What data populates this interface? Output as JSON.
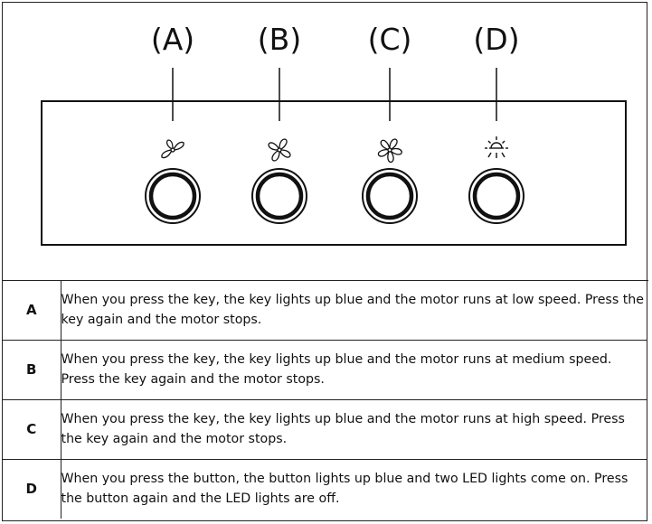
{
  "callouts": [
    {
      "letter": "(A)",
      "icon": "fan-low-icon"
    },
    {
      "letter": "(B)",
      "icon": "fan-medium-icon"
    },
    {
      "letter": "(C)",
      "icon": "fan-high-icon"
    },
    {
      "letter": "(D)",
      "icon": "light-icon"
    }
  ],
  "rows": [
    {
      "key": "A",
      "text": "When you press the key, the key lights up blue and the motor runs at low speed. Press the key again and the motor stops."
    },
    {
      "key": "B",
      "text": "When you press the key, the key lights up blue and the motor runs at medium speed. Press the key again and the motor stops."
    },
    {
      "key": "C",
      "text": "When you press the key, the key lights up blue and the motor runs at high speed. Press the key again and the motor stops."
    },
    {
      "key": "D",
      "text": "When you press the button, the button lights up blue and two LED lights come on. Press the button again and the LED lights are off."
    }
  ]
}
